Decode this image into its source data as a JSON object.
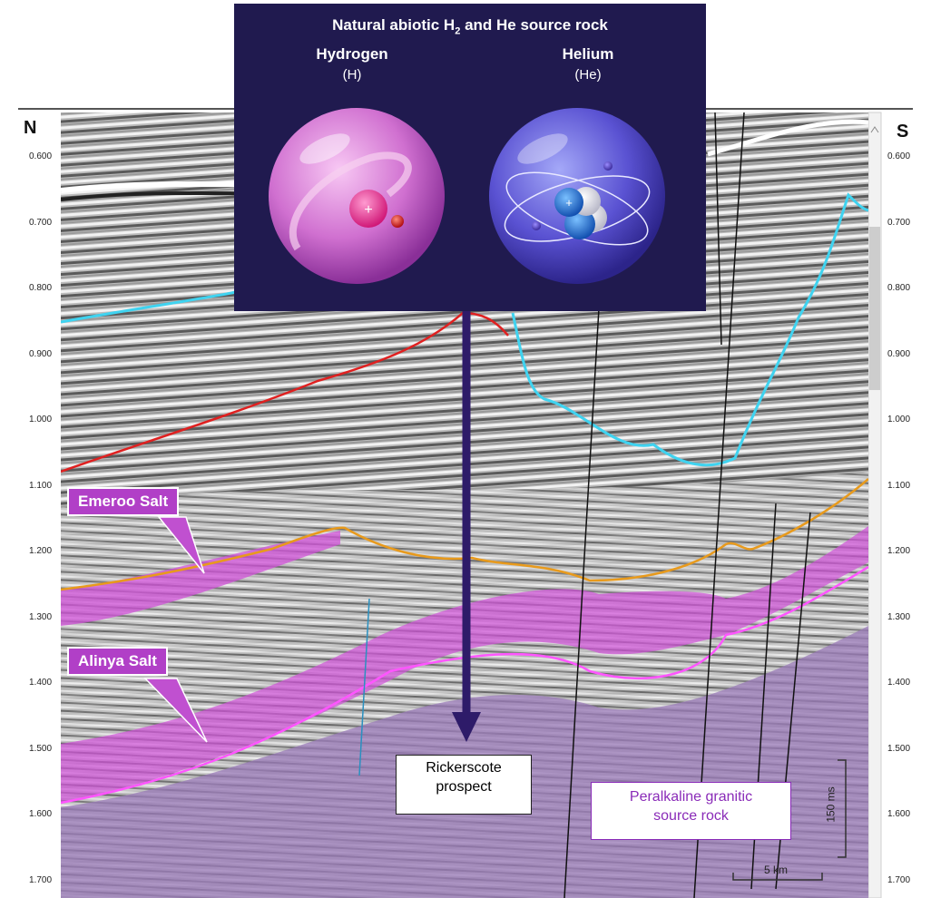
{
  "panel": {
    "title_prefix": "Natural abiotic H",
    "title_sub": "2",
    "title_suffix": " and He source rock",
    "hydrogen": {
      "name": "Hydrogen",
      "symbol": "(H)"
    },
    "helium": {
      "name": "Helium",
      "symbol": "(He)"
    }
  },
  "compass": {
    "left": "N",
    "right": "S"
  },
  "depth_ticks": [
    "0.600",
    "0.700",
    "0.800",
    "0.900",
    "1.000",
    "1.100",
    "1.200",
    "1.300",
    "1.400",
    "1.500",
    "1.600",
    "1.700"
  ],
  "labels": {
    "emeroo": "Emeroo Salt",
    "alinya": "Alinya Salt",
    "prospect_line1": "Rickerscote",
    "prospect_line2": "prospect",
    "source_line1": "Peralkaline granitic",
    "source_line2": "source rock"
  },
  "scale": {
    "vertical": "150 ms",
    "horizontal": "5 km"
  },
  "colors": {
    "panel_bg": "#201a4f",
    "arrow": "#2e1b69",
    "salt": "#d050d8",
    "source_rock": "#9a7ab8",
    "horizon_cyan": "#3fd3f0",
    "horizon_red": "#e02020",
    "horizon_orange": "#e89a1c",
    "horizon_magenta": "#ff55ff"
  }
}
